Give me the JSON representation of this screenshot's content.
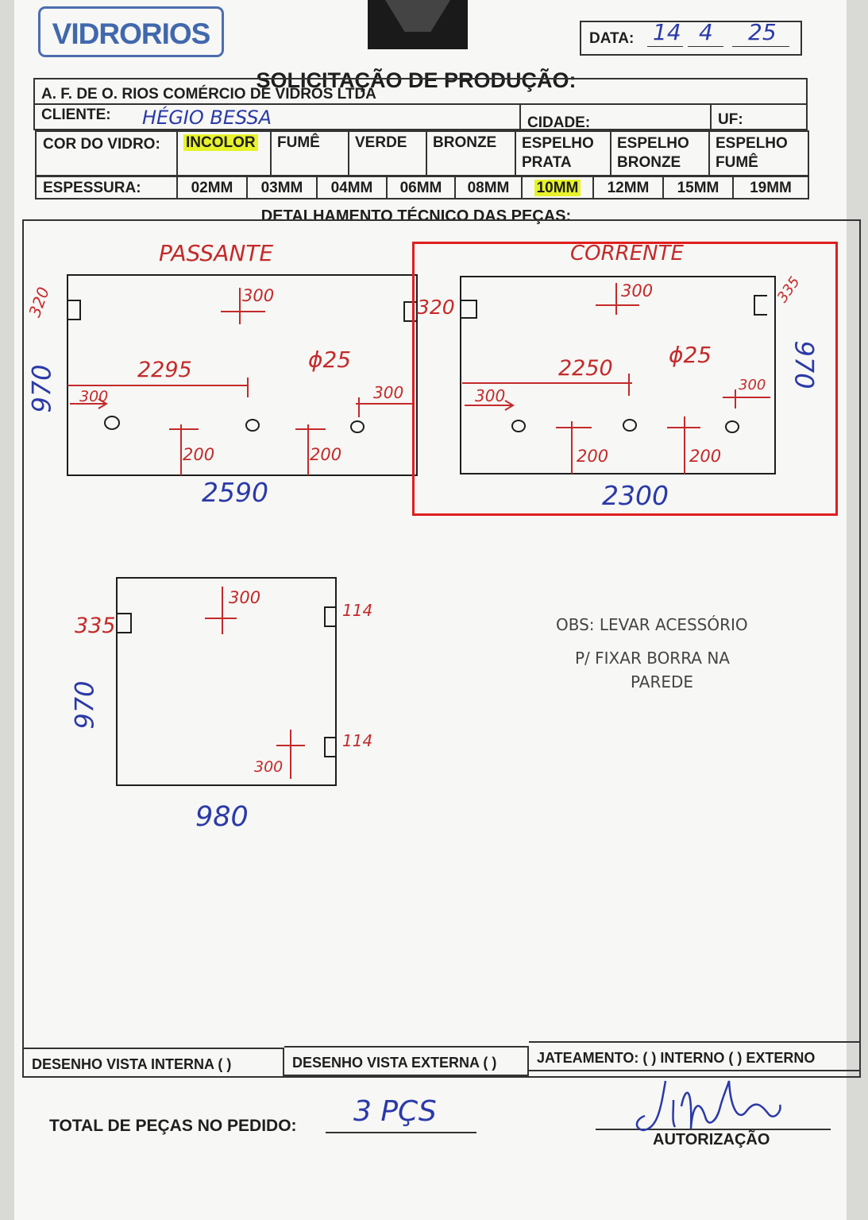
{
  "logo": "VIDRORIOS",
  "date": {
    "label": "DATA:",
    "day": "14",
    "month": "4",
    "year": "25"
  },
  "title": "SOLICITAÇÃO DE PRODUÇÃO:",
  "company": "A. F. DE O. RIOS COMÉRCIO DE VIDROS LTDA",
  "client": {
    "label": "CLIENTE:",
    "value": "HÉGIO BESSA",
    "city_label": "CIDADE:",
    "uf_label": "UF:"
  },
  "glass_color": {
    "label": "COR DO VIDRO:",
    "options": [
      "INCOLOR",
      "FUMÊ",
      "VERDE",
      "BRONZE",
      "ESPELHO PRATA",
      "ESPELHO BRONZE",
      "ESPELHO FUMÊ"
    ],
    "selected": "INCOLOR"
  },
  "thickness": {
    "label": "ESPESSURA:",
    "options": [
      "02MM",
      "03MM",
      "04MM",
      "06MM",
      "08MM",
      "10MM",
      "12MM",
      "15MM",
      "19MM"
    ],
    "selected": "10MM"
  },
  "section_title": "DETALHAMENTO TÉCNICO DAS PEÇAS:",
  "pieces": [
    {
      "name": "PASSANTE",
      "width": "2590",
      "height": "970",
      "hole_dist": "2295",
      "hole_diam": "ɸ25",
      "edge_left": "300",
      "edge_right": "300",
      "bottom_a": "200",
      "bottom_b": "200",
      "top": "300",
      "hinge_left": "320",
      "side_label": "970"
    },
    {
      "name": "CORRENTE",
      "width": "2300",
      "height": "970",
      "hole_dist": "2250",
      "hole_diam": "ɸ25",
      "edge_left": "300",
      "edge_right": "300",
      "bottom_a": "200",
      "bottom_b": "200",
      "top": "300",
      "hinge_left": "320",
      "hinge_right": "335"
    },
    {
      "name": "",
      "width": "980",
      "height": "970",
      "top": "300",
      "hinge_left": "335",
      "hinge_right_top": "114",
      "hinge_right_bottom": "114",
      "bottom": "300"
    }
  ],
  "obs": [
    "OBS: LEVAR ACESSÓRIO",
    "P/ FIXAR BORRA NA",
    "PAREDE"
  ],
  "footer": {
    "internal": "DESENHO VISTA INTERNA ( )",
    "external": "DESENHO VISTA EXTERNA ( )",
    "sandblast": "JATEAMENTO: ( ) INTERNO ( ) EXTERNO"
  },
  "total": {
    "label": "TOTAL DE PEÇAS NO PEDIDO:",
    "value": "3 PÇS"
  },
  "authorization": {
    "label": "AUTORIZAÇÃO"
  },
  "colors": {
    "ink_blue": "#2b3aa8",
    "ink_red": "#c42a2a",
    "highlight": "#e7f22b",
    "annotation_box": "#e01e1e"
  }
}
